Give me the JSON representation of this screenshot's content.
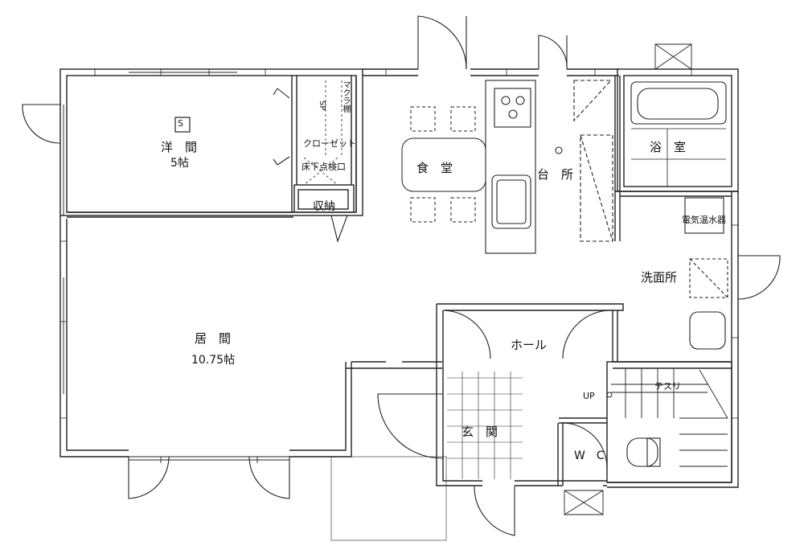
{
  "rooms": {
    "western_room": "洋　間",
    "western_room_size": "5帖",
    "living": "居　間",
    "living_size": "10.75帖",
    "dining": "食　堂",
    "kitchen": "台　所",
    "bath": "浴　室",
    "washroom": "洗面所",
    "hall": "ホール",
    "entrance": "玄　関",
    "wc": "W　C",
    "closet": "クローゼット",
    "storage": "収納",
    "underfloor_hatch": "床下点検口",
    "water_heater": "電気温水器",
    "handrail": "テスリ",
    "stair_up": "UP",
    "sp": "SP",
    "pillow_shelf": "マクラ棚",
    "s_mark": "S"
  }
}
